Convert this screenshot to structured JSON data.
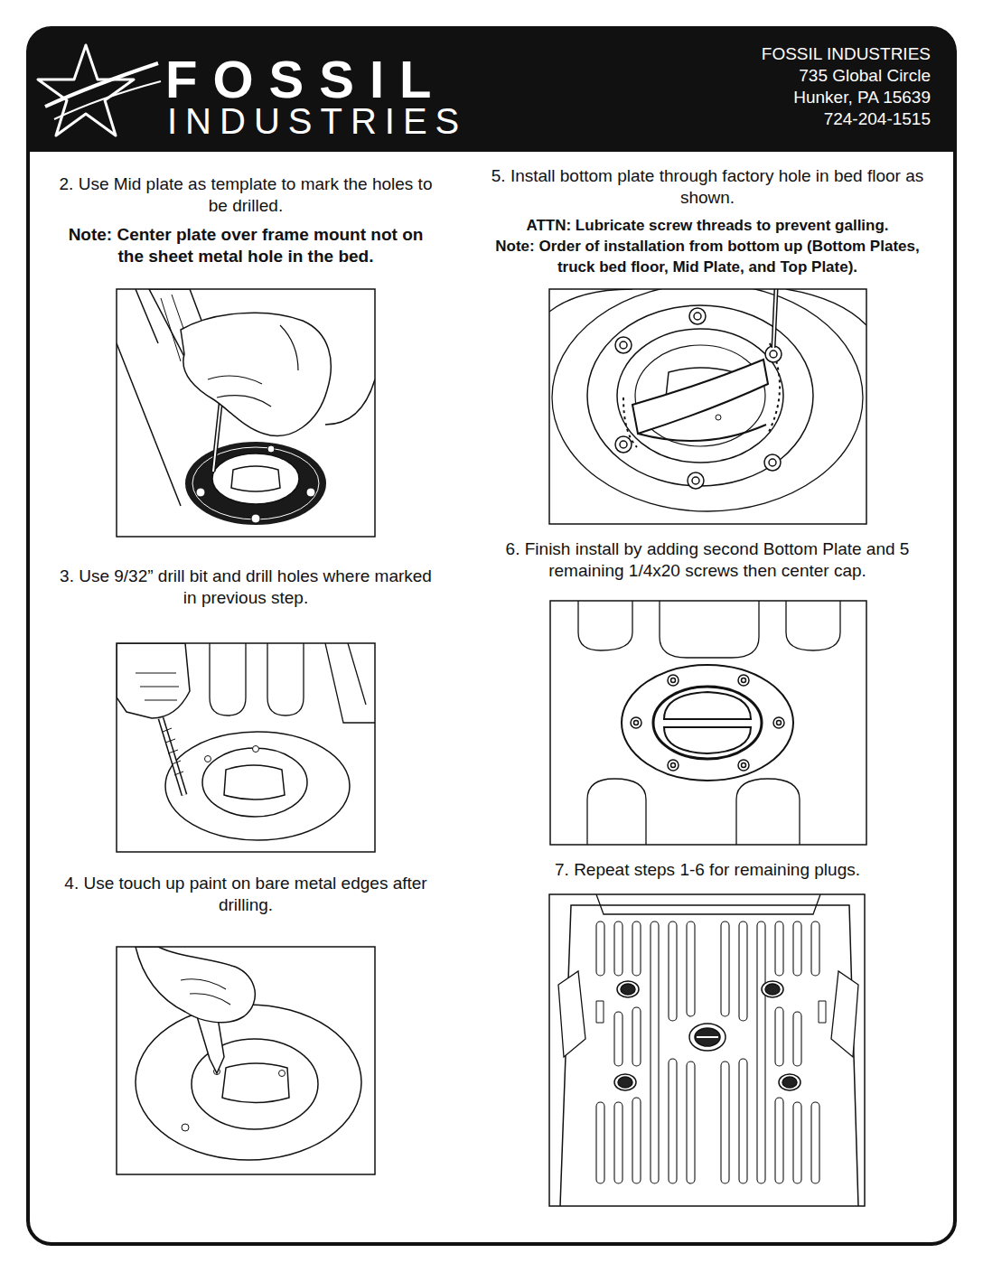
{
  "diagram": {
    "nodes": [
      {
        "text": [
          "2. Use Mid plate as template to mark the holes to be drilled.",
          "Note: Center plate over frame mount not on the sheet metal hole in the bed."
        ]
      },
      {
        "text": [
          "3. Use 9/32” drill bit and drill holes where marked in previous step."
        ]
      },
      {
        "text": [
          "4. Use touch up paint on bare metal edges after drilling."
        ]
      },
      {
        "text": [
          "5. Install bottom plate through factory hole in bed floor as shown.",
          "ATTN: Lubricate screw threads to prevent galling.",
          "Note: Order of installation from bottom up (Bottom Plates, truck bed floor, Mid Plate, and Top Plate)."
        ]
      },
      {
        "text": [
          "6. Finish install by adding second Bottom Plate and 5 remaining 1/4x20 screws then center cap."
        ]
      },
      {
        "text": [
          "7. Repeat steps 1-6 for remaining plugs."
        ]
      }
    ],
    "labels": [
      "FOSSIL",
      "INDUSTRIES",
      "FOSSIL INDUSTRIES",
      "735 Global Circle",
      "Hunker, PA 15639",
      "724-204-1515"
    ]
  }
}
